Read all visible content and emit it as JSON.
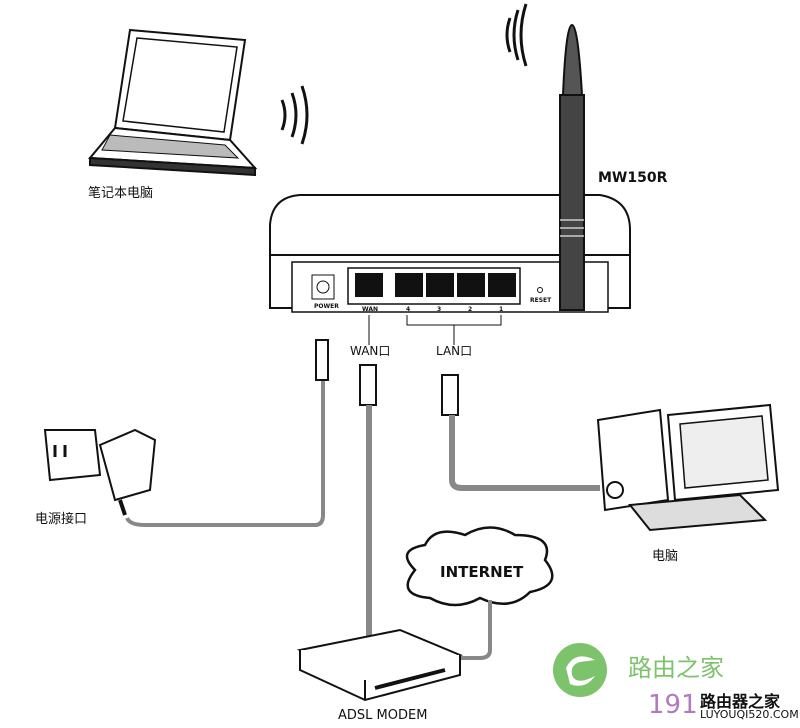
{
  "labels": {
    "laptop": "笔记本电脑",
    "model": "MW150R",
    "power_port": "POWER",
    "wan_port": "WAN",
    "lan_ports": [
      "4",
      "3",
      "2",
      "1"
    ],
    "reset": "RESET",
    "wan_callout": "WAN口",
    "lan_callout": "LAN口",
    "power_adapter": "电源接口",
    "computer": "电脑",
    "internet": "INTERNET",
    "modem": "ADSL MODEM"
  },
  "watermark": {
    "site_name": "路由之家",
    "number": "191",
    "brand": "路由器之家",
    "url": "LUYOUQI520.COM"
  },
  "colors": {
    "logo_green": "#7dc36b",
    "watermark_purple": "#b07ac0"
  }
}
